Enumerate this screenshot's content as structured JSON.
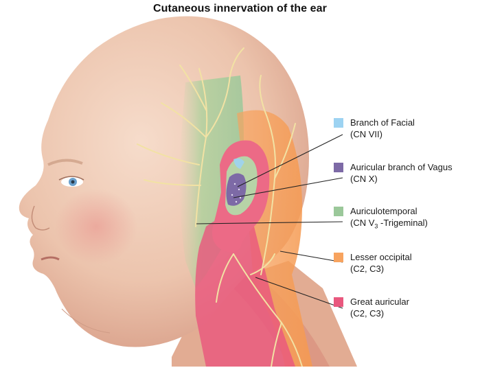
{
  "title": "Cutaneous innervation of the ear",
  "legend": [
    {
      "label": "Branch of Facial",
      "sub": "(CN VII)",
      "color": "#9dd3f2"
    },
    {
      "label": "Auricular branch of Vagus",
      "sub": "(CN X)",
      "color": "#7d6aa6"
    },
    {
      "label": "Auriculotemporal",
      "sub_pre": "(CN V",
      "sub_index": "3",
      "sub_post": " -Trigeminal)",
      "color": "#9bc89a"
    },
    {
      "label": "Lesser occipital",
      "sub": "(C2, C3)",
      "color": "#f7a35f"
    },
    {
      "label": "Great auricular",
      "sub": "(C2, C3)",
      "color": "#e9587e"
    }
  ],
  "colors": {
    "skin": "#efcab4",
    "skin_shadow": "#dca58f",
    "nerve": "#f2e2a4",
    "leader": "#222222"
  }
}
